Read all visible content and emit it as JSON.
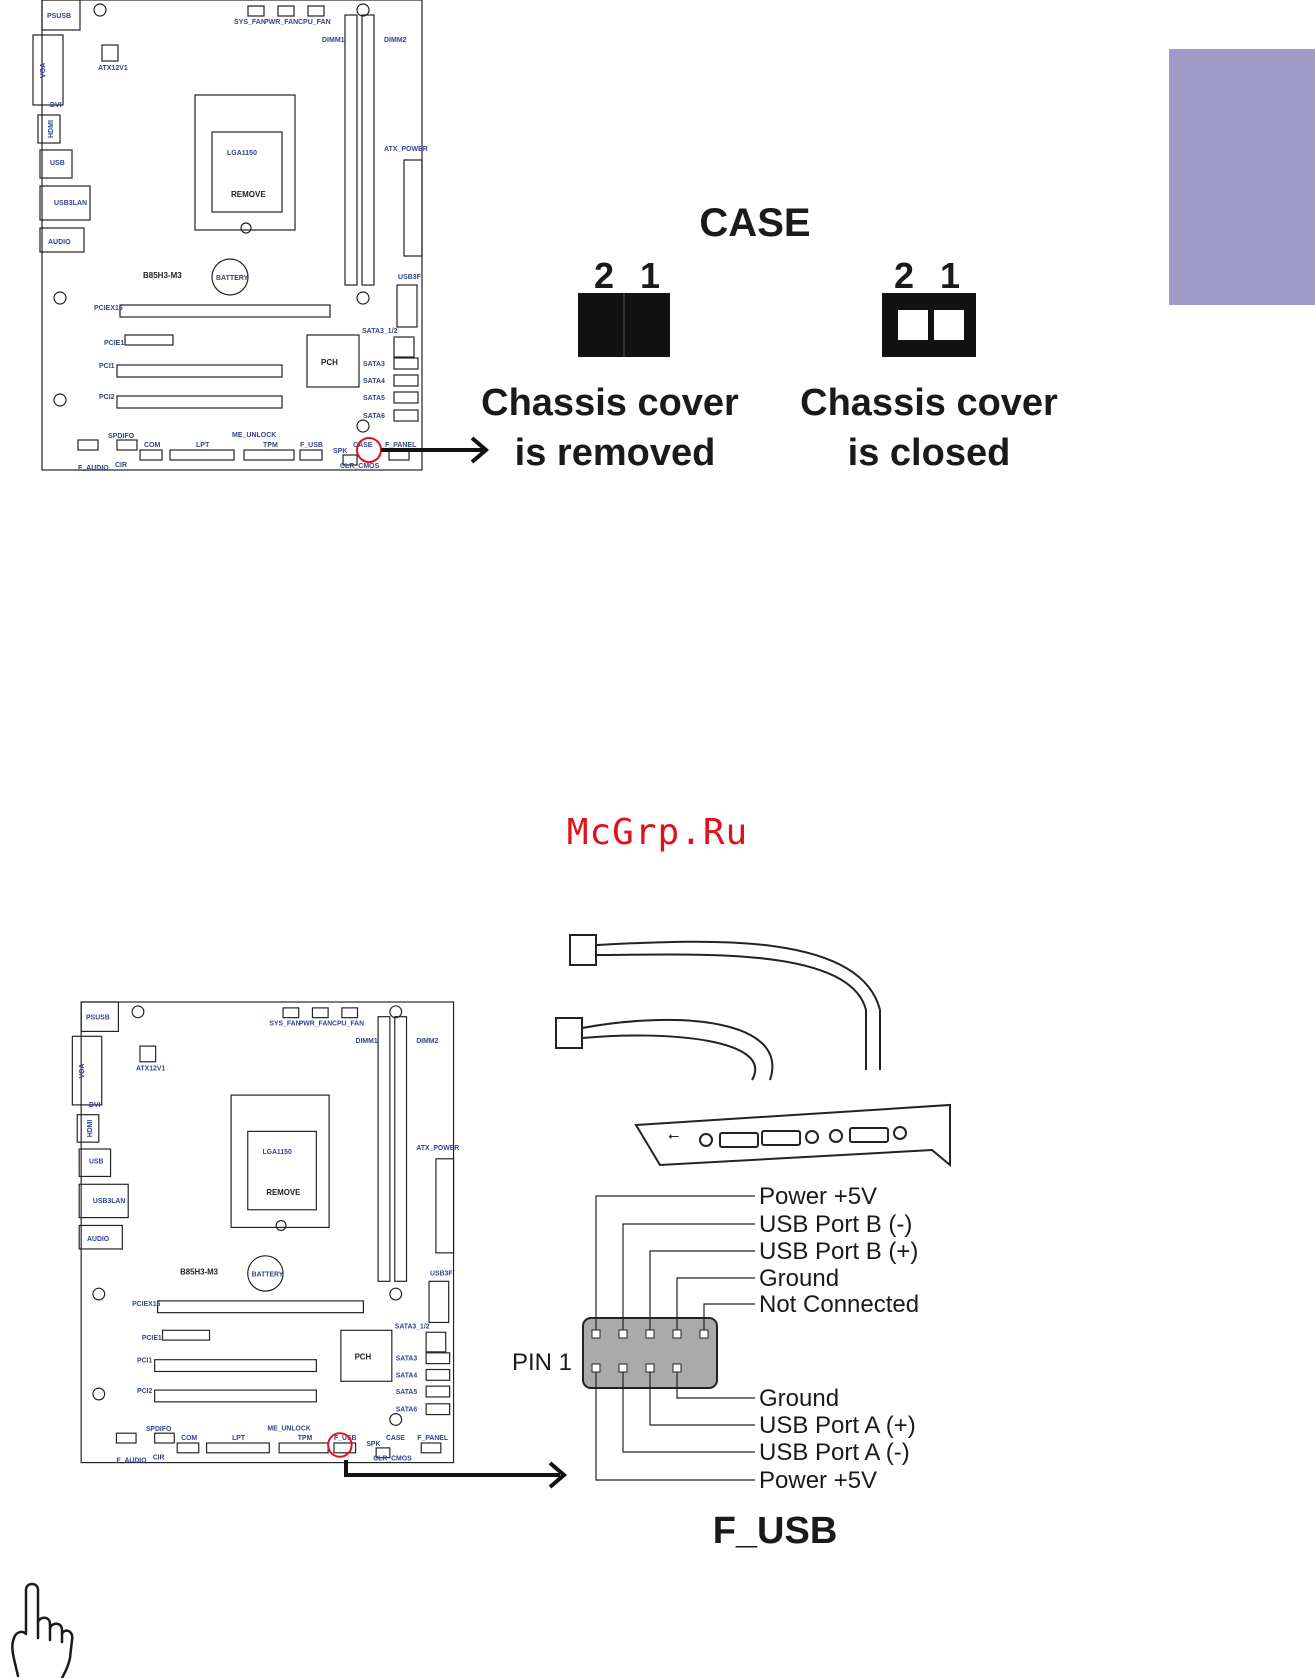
{
  "watermark": "McGrp.Ru",
  "colors": {
    "side_tab": "#a09ac9",
    "board_label": "#33458f",
    "highlight_circle": "#e0111c",
    "watermark": "#e0111c"
  },
  "motherboard": {
    "model": "B85H3-M3",
    "socket": "LGA1150",
    "socket_remove": "REMOVE",
    "battery": "BATTERY",
    "pch": "PCH",
    "io": {
      "psusb": "PSUSB",
      "vga": "VGA",
      "dvi": "DVI",
      "hdmi": "HDMI",
      "usb": "USB",
      "usb3lan": "USB3LAN",
      "audio": "AUDIO"
    },
    "fans": {
      "sys": "SYS_FAN",
      "pwr": "PWR_FAN",
      "cpu": "CPU_FAN"
    },
    "power": {
      "atx12v": "ATX12V1",
      "atx": "ATX_POWER"
    },
    "dimms": [
      "DIMM1",
      "DIMM2"
    ],
    "slots": {
      "pciex16": "PCIEX16",
      "pcie1": "PCIE1",
      "pci1": "PCI1",
      "pci2": "PCI2"
    },
    "usb3f": "USB3F",
    "sata": [
      "SATA3_1/2",
      "SATA3",
      "SATA4",
      "SATA5",
      "SATA6"
    ],
    "headers": {
      "spdifo": "SPDIFO",
      "com": "COM",
      "lpt": "LPT",
      "me_unlock": "ME_UNLOCK",
      "tpm": "TPM",
      "f_usb": "F_USB",
      "spk": "SPK",
      "case": "CASE",
      "f_panel": "F_PANEL",
      "f_audio": "F_AUDIO",
      "cir": "CIR",
      "clr_cmos": "CLR_CMOS"
    }
  },
  "case_section": {
    "title": "CASE",
    "pin_left": "2",
    "pin_right": "1",
    "removed_line1": "Chassis cover",
    "removed_line2": "is removed",
    "closed_line1": "Chassis cover",
    "closed_line2": "is closed"
  },
  "fusb_section": {
    "title": "F_USB",
    "pin1_label": "PIN 1",
    "top_pins": [
      "Power +5V",
      "USB Port B (-)",
      "USB Port B (+)",
      "Ground",
      "Not Connected"
    ],
    "bottom_pins": [
      "Ground",
      "USB Port A (+)",
      "USB Port A (-)",
      "Power +5V"
    ]
  }
}
